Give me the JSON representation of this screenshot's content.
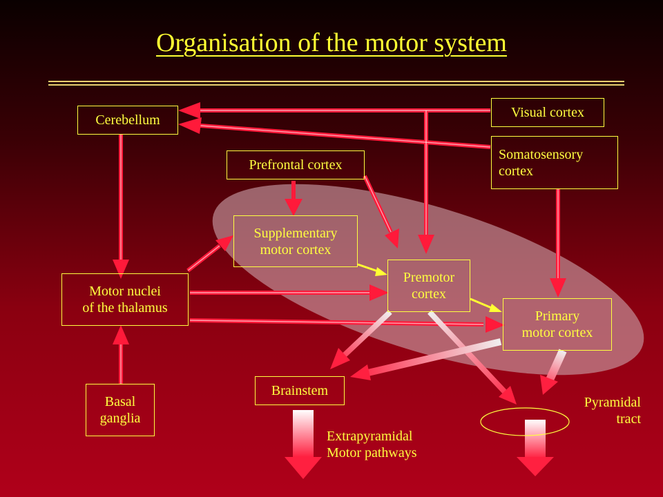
{
  "title": "Organisation of the motor system",
  "boxes": {
    "cerebellum": "Cerebellum",
    "visual_cortex": "Visual cortex",
    "somatosensory_line1": "Somatosensory",
    "somatosensory_line2": "cortex",
    "prefrontal_cortex": "Prefrontal cortex",
    "supplementary_line1": "Supplementary",
    "supplementary_line2": "motor cortex",
    "premotor_line1": "Premotor",
    "premotor_line2": "cortex",
    "motor_nuclei_line1": "Motor nuclei",
    "motor_nuclei_line2": "of the thalamus",
    "primary_line1": "Primary",
    "primary_line2": "motor cortex",
    "basal_line1": "Basal",
    "basal_line2": "ganglia",
    "brainstem": "Brainstem"
  },
  "labels": {
    "extrapyramidal_line1": "Extrapyramidal",
    "extrapyramidal_line2": "Motor pathways",
    "pyramidal_line1": "Pyramidal",
    "pyramidal_line2": "tract"
  },
  "colors": {
    "text": "#ffff40",
    "arrow_red": "#ff1a3a",
    "arrow_yellow": "#ffff33",
    "ellipse": "#c9a0a8"
  }
}
